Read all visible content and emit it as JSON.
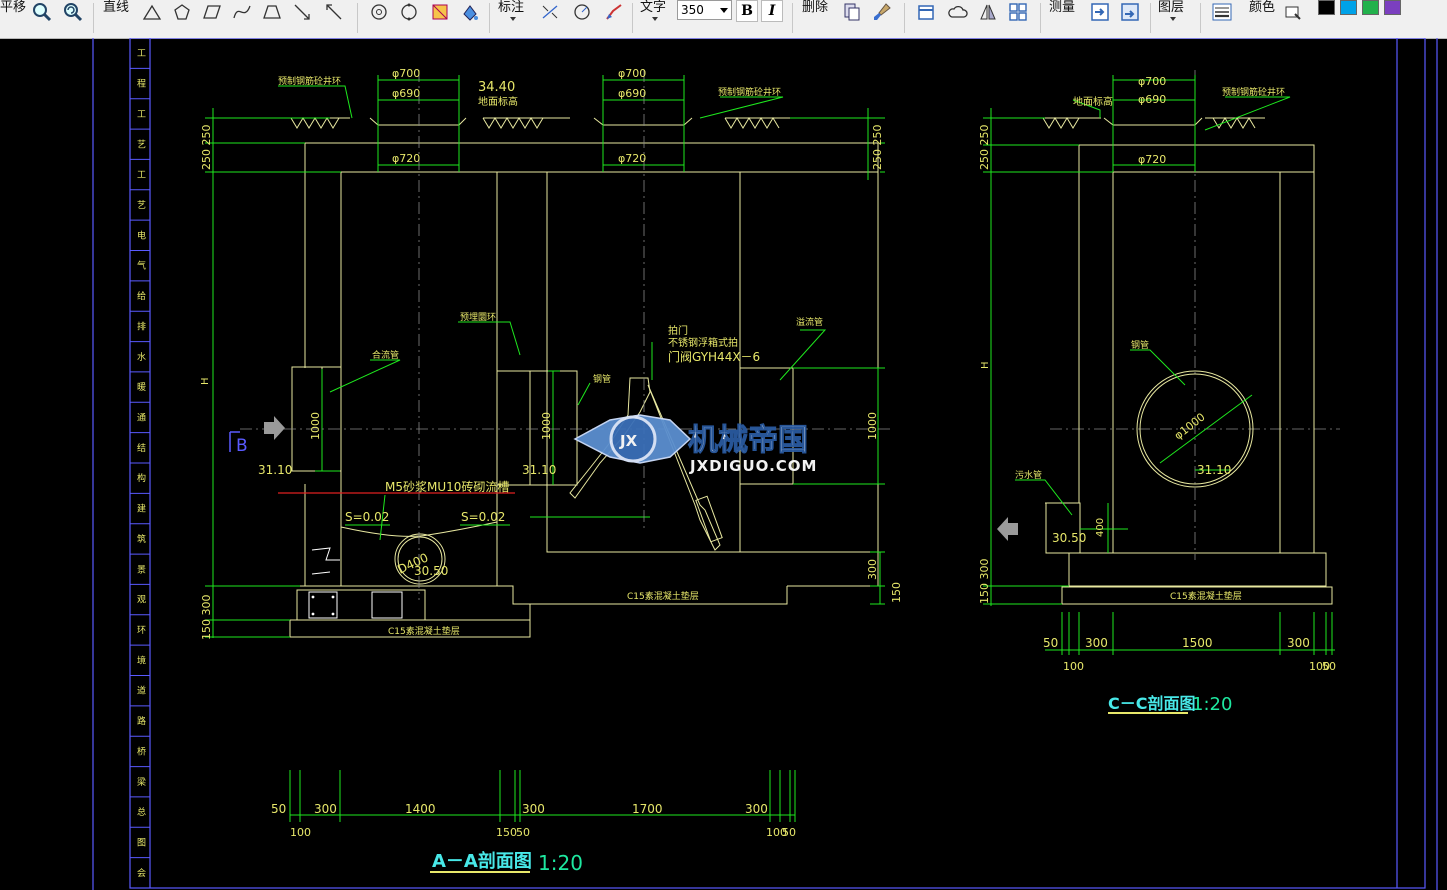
{
  "toolbar": {
    "pan_label": "平移",
    "line_label": "直线",
    "dimension_label": "标注",
    "text_label": "文字",
    "text_size_value": "350",
    "bold_label": "B",
    "italic_label": "I",
    "delete_label": "删除",
    "measure_label": "测量",
    "layer_label": "图层",
    "color_label": "颜色",
    "colors": [
      "#000000",
      "#00a2e8",
      "#22b14c",
      "#7b3fbf"
    ]
  },
  "watermark": {
    "cn_text": "机械帝国",
    "en_text": "JXDIGUO.COM",
    "badge_text": "JX"
  },
  "drawing": {
    "section_aa": {
      "title": "A－A剖面图",
      "scale": "1:20",
      "bottom_dims": [
        "50",
        "300",
        "1400",
        "300",
        "1700",
        "300"
      ],
      "bottom_dims2": [
        "100",
        "150",
        "50",
        "100",
        "50"
      ],
      "pipe_labels": [
        "φ700",
        "φ690",
        "φ720",
        "φ700",
        "φ690",
        "φ720"
      ],
      "elev_ground": "34.40",
      "ground_label": "地面标高",
      "ring_label_left": "预制钢筋砼井环",
      "ring_label_right": "预制钢筋砼井环",
      "embedded_ring": "预埋圜环",
      "combined_pipe": "合流管",
      "steel_pipe": "钢管",
      "overflow_pipe": "溢流管",
      "gate_line1": "拍门",
      "gate_line2": "不锈钢浮箱式拍",
      "gate_line3": "门阀GYH44X－6",
      "elev_3110_left": "31.10",
      "elev_3110_mid": "31.10",
      "channel_label": "M5砂浆MU10砖砌流槽",
      "slope_left": "S=0.02",
      "slope_right": "S=0.02",
      "pipe_d400": "D400",
      "elev_3050": "30.50",
      "dim_1000_a": "1000",
      "dim_1000_b": "1000",
      "dim_1000_c": "1000",
      "dim_h": "H",
      "dim_250_250_left": "250 250",
      "dim_250_250_right": "250 250",
      "dim_150_300_left": "150 300",
      "dim_300_right": "300",
      "dim_150_right": "150",
      "base_label_left": "C15素混凝土垫层",
      "base_label_right": "C15素混凝土垫层",
      "section_marker": "B"
    },
    "section_cc": {
      "title": "C－C剖面图",
      "scale": "1:20",
      "pipe_labels": [
        "φ700",
        "φ690",
        "φ720"
      ],
      "ground_label": "地面标高",
      "ring_label": "预制钢筋砼井环",
      "steel_pipe": "钢管",
      "pipe_d1000": "φ1000",
      "elev_3110": "31.10",
      "sewage_pipe": "污水管",
      "elev_3050": "30.50",
      "dim_400": "400",
      "dim_h": "H",
      "dim_250_250": "250 250",
      "dim_150_300": "150 300",
      "base_label": "C15素混凝土垫层",
      "bottom_dims": [
        "50",
        "300",
        "1500",
        "300"
      ],
      "bottom_dims2": [
        "100",
        "100",
        "50"
      ]
    },
    "title_strip_chars": [
      "工",
      "程",
      "工",
      "艺",
      "工",
      "艺",
      "电",
      "气",
      "给",
      "排",
      "水",
      "暖",
      "通",
      "结",
      "构",
      "建",
      "筑",
      "景",
      "观",
      "环",
      "境",
      "道",
      "路",
      "桥",
      "梁",
      "总",
      "图",
      "会签栏"
    ]
  }
}
